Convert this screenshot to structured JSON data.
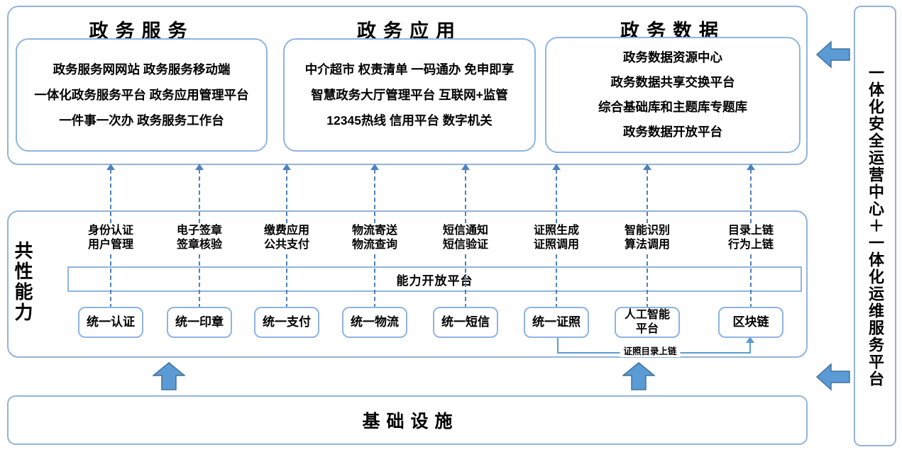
{
  "colors": {
    "container_border": "#95B3D7",
    "box_border": "#8EB4E3",
    "dashed_line": "#4F81BD",
    "arrow_fill": "#5B9BD5",
    "arrow_stroke": "#41719C",
    "connector_line": "#5B9BD5",
    "text": "#000000"
  },
  "top_sections": [
    {
      "title": "政务服务",
      "items": [
        "政务服务网网站 政务服务移动端",
        "一体化政务服务平台 政务应用管理平台",
        "一件事一次办 政务服务工作台"
      ]
    },
    {
      "title": "政务应用",
      "items": [
        "中介超市 权责清单 一码通办 免申即享",
        "智慧政务大厅管理平台 互联网+监管",
        "12345热线 信用平台 数字机关"
      ]
    },
    {
      "title": "政务数据",
      "items": [
        "政务数据资源中心",
        "政务数据共享交换平台",
        "综合基础库和主题库专题库",
        "政务数据开放平台"
      ]
    }
  ],
  "capability_section": {
    "side_label": "共性能力",
    "open_platform_label": "能力开放平台",
    "columns": [
      {
        "label_line1": "身份认证",
        "label_line2": "用户管理",
        "box_line1": "统一认证"
      },
      {
        "label_line1": "电子签章",
        "label_line2": "签章核验",
        "box_line1": "统一印章"
      },
      {
        "label_line1": "缴费应用",
        "label_line2": "公共支付",
        "box_line1": "统一支付"
      },
      {
        "label_line1": "物流寄送",
        "label_line2": "物流查询",
        "box_line1": "统一物流"
      },
      {
        "label_line1": "短信通知",
        "label_line2": "短信验证",
        "box_line1": "统一短信"
      },
      {
        "label_line1": "证照生成",
        "label_line2": "证照调用",
        "box_line1": "统一证照"
      },
      {
        "label_line1": "智能识别",
        "label_line2": "算法调用",
        "box_line1": "人工智能",
        "box_line2": "平台"
      },
      {
        "label_line1": "目录上链",
        "label_line2": "行为上链",
        "box_line1": "区块链"
      }
    ],
    "chain_link_label": "证照目录上链"
  },
  "infrastructure_label": "基础设施",
  "right_bar_label": "一体化安全运营中心＋一体化运维服务平台"
}
